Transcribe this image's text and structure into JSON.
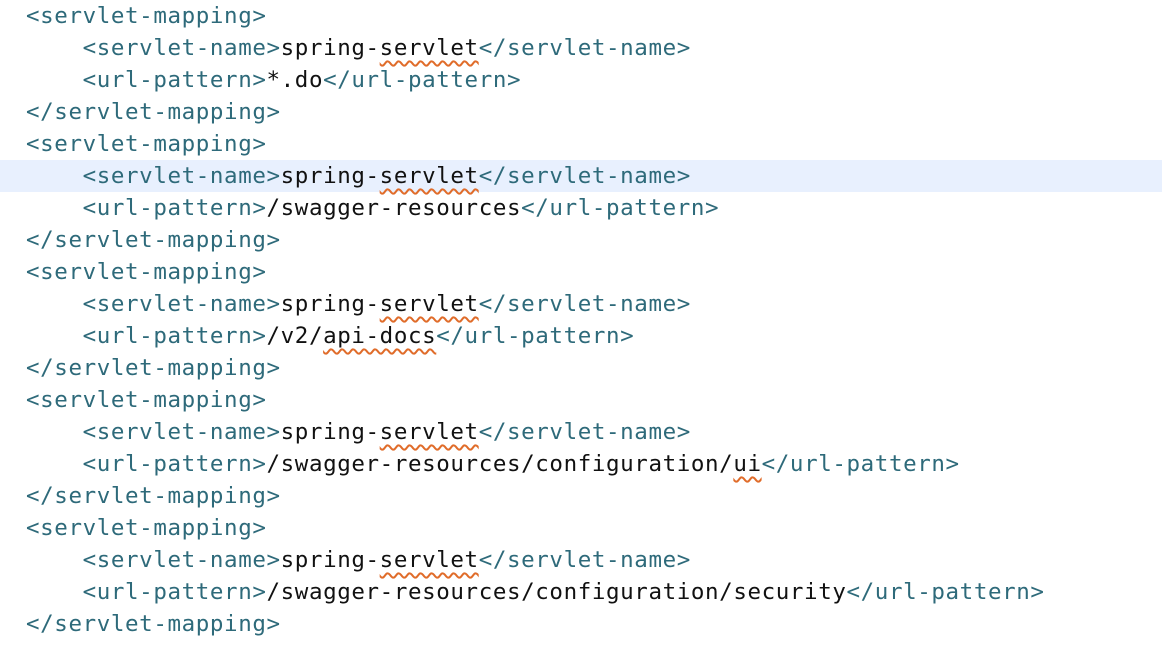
{
  "editor": {
    "current_line_index": 5,
    "colors": {
      "tag": "#2e6a7a",
      "text": "#111111",
      "current_line": "#e8f0fe",
      "spell_error": "#e06c2a"
    },
    "lines": [
      {
        "indent": 0,
        "tokens": [
          {
            "t": "tag",
            "v": "<servlet-mapping>"
          }
        ]
      },
      {
        "indent": 1,
        "tokens": [
          {
            "t": "tag",
            "v": "<servlet-name>"
          },
          {
            "t": "txt",
            "v": "spring-"
          },
          {
            "t": "err",
            "v": "servlet"
          },
          {
            "t": "tag",
            "v": "</servlet-name>"
          }
        ]
      },
      {
        "indent": 1,
        "tokens": [
          {
            "t": "tag",
            "v": "<url-pattern>"
          },
          {
            "t": "txt",
            "v": "*.do"
          },
          {
            "t": "tag",
            "v": "</url-pattern>"
          }
        ]
      },
      {
        "indent": 0,
        "tokens": [
          {
            "t": "tag",
            "v": "</servlet-mapping>"
          }
        ]
      },
      {
        "indent": 0,
        "tokens": [
          {
            "t": "tag",
            "v": "<servlet-mapping>"
          }
        ]
      },
      {
        "indent": 1,
        "tokens": [
          {
            "t": "tag",
            "v": "<servlet-name>"
          },
          {
            "t": "txt",
            "v": "spring-"
          },
          {
            "t": "err",
            "v": "servlet"
          },
          {
            "t": "tag",
            "v": "</servlet-name>"
          }
        ]
      },
      {
        "indent": 1,
        "tokens": [
          {
            "t": "tag",
            "v": "<url-pattern>"
          },
          {
            "t": "txt",
            "v": "/swagger-resources"
          },
          {
            "t": "tag",
            "v": "</url-pattern>"
          }
        ]
      },
      {
        "indent": 0,
        "tokens": [
          {
            "t": "tag",
            "v": "</servlet-mapping>"
          }
        ]
      },
      {
        "indent": 0,
        "tokens": [
          {
            "t": "tag",
            "v": "<servlet-mapping>"
          }
        ]
      },
      {
        "indent": 1,
        "tokens": [
          {
            "t": "tag",
            "v": "<servlet-name>"
          },
          {
            "t": "txt",
            "v": "spring-"
          },
          {
            "t": "err",
            "v": "servlet"
          },
          {
            "t": "tag",
            "v": "</servlet-name>"
          }
        ]
      },
      {
        "indent": 1,
        "tokens": [
          {
            "t": "tag",
            "v": "<url-pattern>"
          },
          {
            "t": "txt",
            "v": "/v2/"
          },
          {
            "t": "err",
            "v": "api-docs"
          },
          {
            "t": "tag",
            "v": "</url-pattern>"
          }
        ]
      },
      {
        "indent": 0,
        "tokens": [
          {
            "t": "tag",
            "v": "</servlet-mapping>"
          }
        ]
      },
      {
        "indent": 0,
        "tokens": [
          {
            "t": "tag",
            "v": "<servlet-mapping>"
          }
        ]
      },
      {
        "indent": 1,
        "tokens": [
          {
            "t": "tag",
            "v": "<servlet-name>"
          },
          {
            "t": "txt",
            "v": "spring-"
          },
          {
            "t": "err",
            "v": "servlet"
          },
          {
            "t": "tag",
            "v": "</servlet-name>"
          }
        ]
      },
      {
        "indent": 1,
        "tokens": [
          {
            "t": "tag",
            "v": "<url-pattern>"
          },
          {
            "t": "txt",
            "v": "/swagger-resources/configuration/"
          },
          {
            "t": "err",
            "v": "ui"
          },
          {
            "t": "tag",
            "v": "</url-pattern>"
          }
        ]
      },
      {
        "indent": 0,
        "tokens": [
          {
            "t": "tag",
            "v": "</servlet-mapping>"
          }
        ]
      },
      {
        "indent": 0,
        "tokens": [
          {
            "t": "tag",
            "v": "<servlet-mapping>"
          }
        ]
      },
      {
        "indent": 1,
        "tokens": [
          {
            "t": "tag",
            "v": "<servlet-name>"
          },
          {
            "t": "txt",
            "v": "spring-"
          },
          {
            "t": "err",
            "v": "servlet"
          },
          {
            "t": "tag",
            "v": "</servlet-name>"
          }
        ]
      },
      {
        "indent": 1,
        "tokens": [
          {
            "t": "tag",
            "v": "<url-pattern>"
          },
          {
            "t": "txt",
            "v": "/swagger-resources/configuration/security"
          },
          {
            "t": "tag",
            "v": "</url-pattern>"
          }
        ]
      },
      {
        "indent": 0,
        "tokens": [
          {
            "t": "tag",
            "v": "</servlet-mapping>"
          }
        ]
      }
    ]
  }
}
